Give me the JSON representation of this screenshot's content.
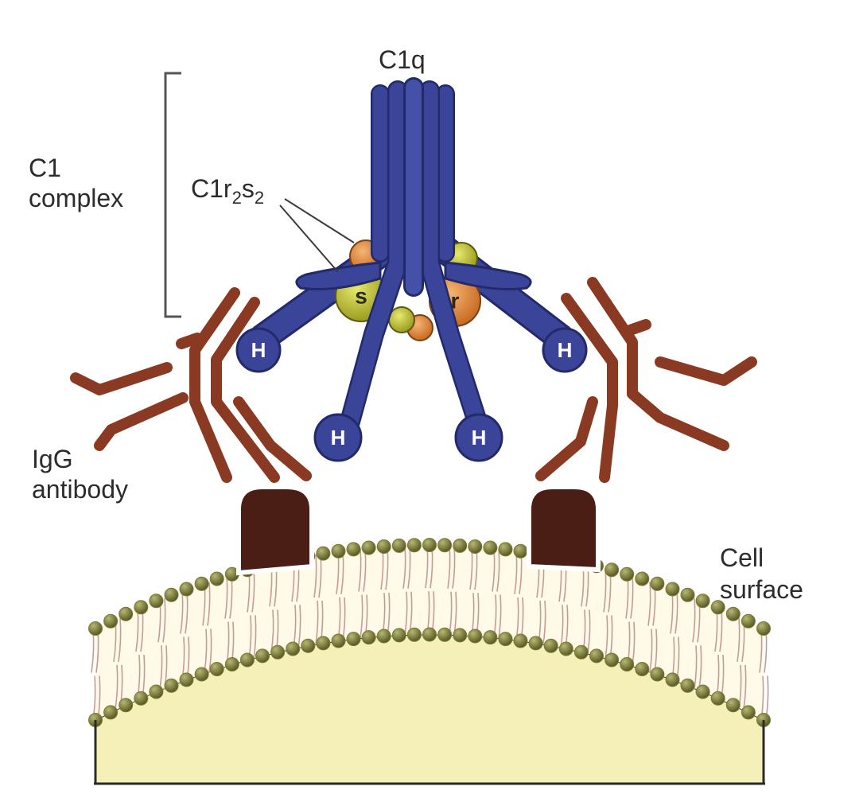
{
  "labels": {
    "c1q": "C1q",
    "c1_line1": "C1",
    "c1_line2": "complex",
    "c1r2s2_base1": "C1r",
    "c1r2s2_sub1": "2",
    "c1r2s2_base2": "s",
    "c1r2s2_sub2": "2",
    "igg_line1": "IgG",
    "igg_line2": "antibody",
    "cell_line1": "Cell",
    "cell_line2": "surface"
  },
  "head_letter": "H",
  "c1s_letter": "s",
  "c1r_letter": "r",
  "colors": {
    "c1q": "#3a4499",
    "c1q_dark": "#232a6a",
    "c1s": "#b8bb2e",
    "c1r": "#e08a3c",
    "antibody": "#8a3a22",
    "antigen": "#4a1e14",
    "membrane_head": "#7a7a3a",
    "cell_interior": "#f5f0b8"
  }
}
